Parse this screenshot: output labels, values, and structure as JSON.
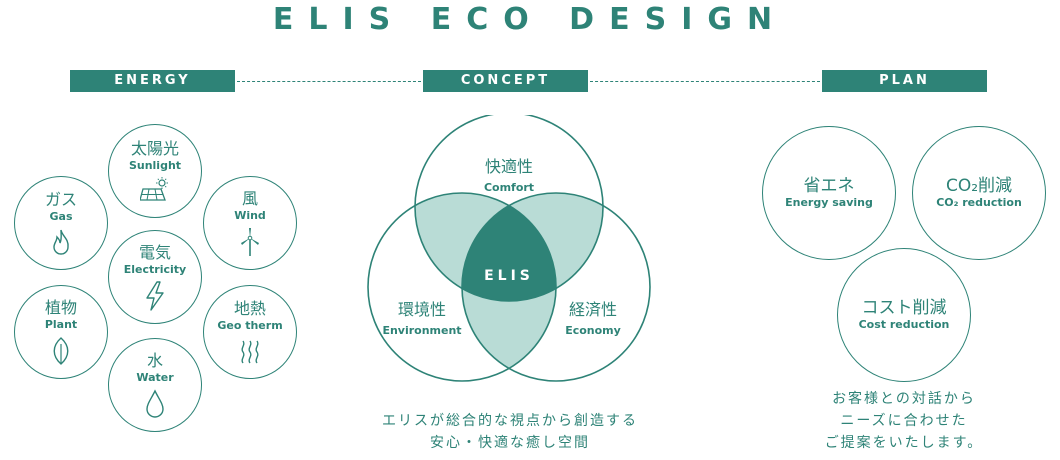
{
  "title": "ELIS ECO DESIGN",
  "headers": {
    "energy": "ENERGY",
    "concept": "CONCEPT",
    "plan": "PLAN"
  },
  "energy": {
    "sunlight": {
      "jp": "太陽光",
      "en": "Sunlight",
      "icon": "solar-panel-icon"
    },
    "gas": {
      "jp": "ガス",
      "en": "Gas",
      "icon": "flame-icon"
    },
    "wind": {
      "jp": "風",
      "en": "Wind",
      "icon": "wind-turbine-icon"
    },
    "electricity": {
      "jp": "電気",
      "en": "Electricity",
      "icon": "lightning-icon"
    },
    "plant": {
      "jp": "植物",
      "en": "Plant",
      "icon": "leaf-icon"
    },
    "geotherm": {
      "jp": "地熱",
      "en": "Geo therm",
      "icon": "heat-waves-icon"
    },
    "water": {
      "jp": "水",
      "en": "Water",
      "icon": "water-drop-icon"
    }
  },
  "concept": {
    "comfort": {
      "jp": "快適性",
      "en": "Comfort"
    },
    "environment": {
      "jp": "環境性",
      "en": "Environment"
    },
    "economy": {
      "jp": "経済性",
      "en": "Economy"
    },
    "center": "ELIS",
    "caption_line1": "エリスが総合的な視点から創造する",
    "caption_line2": "安心・快適な癒し空間"
  },
  "plan": {
    "energy_saving": {
      "jp": "省エネ",
      "en": "Energy saving"
    },
    "co2": {
      "jp": "CO₂削減",
      "en": "CO₂ reduction"
    },
    "cost": {
      "jp": "コスト削減",
      "en": "Cost reduction"
    },
    "caption_line1": "お客様との対話から",
    "caption_line2": "ニーズに合わせた",
    "caption_line3": "ご提案をいたします。"
  },
  "colors": {
    "accent": "#2e8377",
    "light": "#b9dcd6",
    "mid": "#9fcdc5"
  }
}
